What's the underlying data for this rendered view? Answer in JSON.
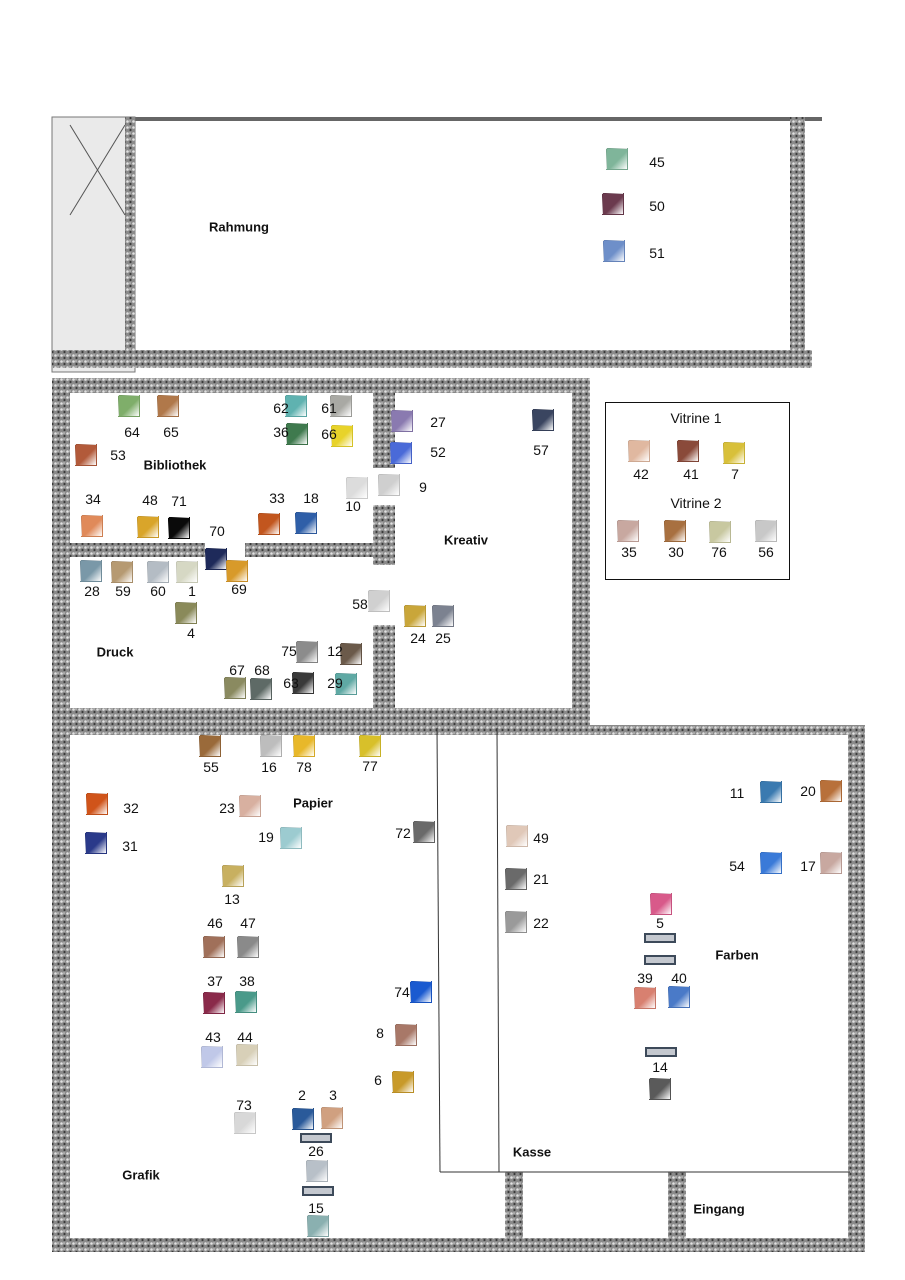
{
  "rooms": {
    "rahmung": "Rahmung",
    "bibliothek": "Bibliothek",
    "kreativ": "Kreativ",
    "druck": "Druck",
    "papier": "Papier",
    "grafik": "Grafik",
    "farben": "Farben",
    "kasse": "Kasse",
    "eingang": "Eingang"
  },
  "vitrines": {
    "v1": "Vitrine 1",
    "v2": "Vitrine 2"
  },
  "artworks": [
    {
      "label": "45",
      "color": "#7fb59a"
    },
    {
      "label": "50",
      "color": "#6b3a4e"
    },
    {
      "label": "51",
      "color": "#6e8fc9"
    },
    {
      "label": "64",
      "color": "#7fae6a"
    },
    {
      "label": "65",
      "color": "#b0784a"
    },
    {
      "label": "53",
      "color": "#b25a3a"
    },
    {
      "label": "62",
      "color": "#5fb2b0"
    },
    {
      "label": "61",
      "color": "#a9a9a4"
    },
    {
      "label": "36",
      "color": "#3f7a4e"
    },
    {
      "label": "66",
      "color": "#e8d32a"
    },
    {
      "label": "34",
      "color": "#e08a5a"
    },
    {
      "label": "48",
      "color": "#d9a52a"
    },
    {
      "label": "71",
      "color": "#0a0a0a"
    },
    {
      "label": "70",
      "color": "#1e2a5a"
    },
    {
      "label": "33",
      "color": "#c2561e"
    },
    {
      "label": "18",
      "color": "#2f5fa8"
    },
    {
      "label": "10",
      "color": "#dcdcdc"
    },
    {
      "label": "9",
      "color": "#cfcfcf"
    },
    {
      "label": "27",
      "color": "#8a7ab0"
    },
    {
      "label": "52",
      "color": "#4a6ad8"
    },
    {
      "label": "57",
      "color": "#3a4560"
    },
    {
      "label": "69",
      "color": "#d89a2a"
    },
    {
      "label": "28",
      "color": "#7a98a8"
    },
    {
      "label": "59",
      "color": "#b69a72"
    },
    {
      "label": "60",
      "color": "#b4bcc4"
    },
    {
      "label": "1",
      "color": "#d6d8c4"
    },
    {
      "label": "4",
      "color": "#8a8a5a"
    },
    {
      "label": "58",
      "color": "#d0d0d0"
    },
    {
      "label": "24",
      "color": "#c9a63a"
    },
    {
      "label": "25",
      "color": "#7c8290"
    },
    {
      "label": "75",
      "color": "#8c8c8c"
    },
    {
      "label": "12",
      "color": "#6b5a4a"
    },
    {
      "label": "67",
      "color": "#8a8a60"
    },
    {
      "label": "68",
      "color": "#5e6a66"
    },
    {
      "label": "63",
      "color": "#3a3a3a"
    },
    {
      "label": "29",
      "color": "#5fa9a4"
    },
    {
      "label": "55",
      "color": "#9a6a3a"
    },
    {
      "label": "16",
      "color": "#bdbdbd"
    },
    {
      "label": "78",
      "color": "#e8b82a"
    },
    {
      "label": "77",
      "color": "#d8c02a"
    },
    {
      "label": "32",
      "color": "#d0541a"
    },
    {
      "label": "31",
      "color": "#2a3a8a"
    },
    {
      "label": "23",
      "color": "#d8b0a0"
    },
    {
      "label": "19",
      "color": "#9ccbd0"
    },
    {
      "label": "72",
      "color": "#6a6a6a"
    },
    {
      "label": "13",
      "color": "#c8b060"
    },
    {
      "label": "46",
      "color": "#a0705a"
    },
    {
      "label": "47",
      "color": "#8a8a8a"
    },
    {
      "label": "37",
      "color": "#8a2a4a"
    },
    {
      "label": "38",
      "color": "#4a9a8a"
    },
    {
      "label": "43",
      "color": "#c0c8e8"
    },
    {
      "label": "44",
      "color": "#d8d0b8"
    },
    {
      "label": "74",
      "color": "#1a5ad0"
    },
    {
      "label": "8",
      "color": "#a87868"
    },
    {
      "label": "6",
      "color": "#c89a2a"
    },
    {
      "label": "73",
      "color": "#d8d8d8"
    },
    {
      "label": "2",
      "color": "#2a5a9a"
    },
    {
      "label": "3",
      "color": "#d0a080"
    },
    {
      "label": "26",
      "color": "#b8c0c8"
    },
    {
      "label": "15",
      "color": "#8ab0b0"
    },
    {
      "label": "49",
      "color": "#e0c8b8"
    },
    {
      "label": "21",
      "color": "#6a6a6a"
    },
    {
      "label": "22",
      "color": "#9a9a9a"
    },
    {
      "label": "11",
      "color": "#3a7ab0"
    },
    {
      "label": "20",
      "color": "#b8703a"
    },
    {
      "label": "54",
      "color": "#3a7ad8"
    },
    {
      "label": "17",
      "color": "#c8a8a0"
    },
    {
      "label": "5",
      "color": "#d85a8a"
    },
    {
      "label": "39",
      "color": "#d88070"
    },
    {
      "label": "40",
      "color": "#4a7ac8"
    },
    {
      "label": "14",
      "color": "#5a5a5a"
    },
    {
      "label": "42",
      "color": "#e0b8a0"
    },
    {
      "label": "41",
      "color": "#8a4a3a"
    },
    {
      "label": "7",
      "color": "#d8c03a"
    },
    {
      "label": "35",
      "color": "#c8a8a0"
    },
    {
      "label": "30",
      "color": "#a87040"
    },
    {
      "label": "76",
      "color": "#c8c8a0"
    },
    {
      "label": "56",
      "color": "#c8c8c8"
    }
  ]
}
